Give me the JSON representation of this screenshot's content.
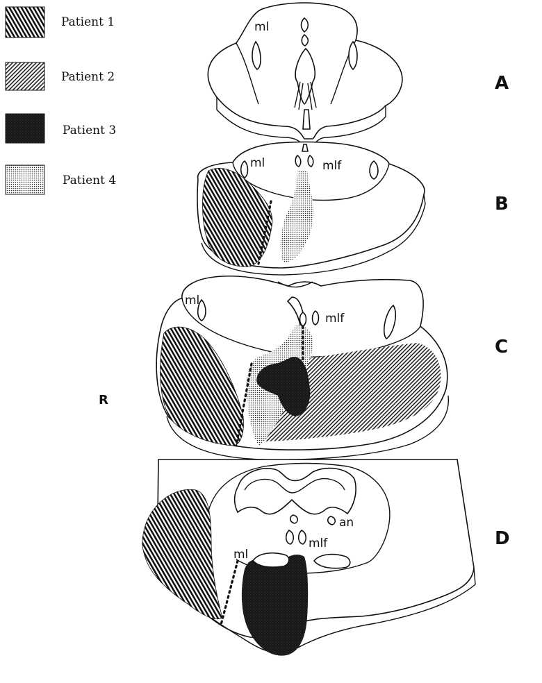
{
  "legend": {
    "items": [
      {
        "label": "Patient 1",
        "pattern": "dense-diagonal-hatch"
      },
      {
        "label": "Patient 2",
        "pattern": "fine-diagonal-hatch"
      },
      {
        "label": "Patient 3",
        "pattern": "solid-black-stipple"
      },
      {
        "label": "Patient 4",
        "pattern": "light-dot-stipple"
      }
    ]
  },
  "panels": {
    "a": {
      "letter": "A",
      "labels": {
        "ml": "ml"
      }
    },
    "b": {
      "letter": "B",
      "labels": {
        "ml": "ml",
        "mlf": "mlf"
      }
    },
    "c": {
      "letter": "C",
      "labels": {
        "ml": "ml",
        "mlf": "mlf"
      }
    },
    "d": {
      "letter": "D",
      "labels": {
        "ml": "ml",
        "mlf": "mlf",
        "an": "an"
      }
    }
  },
  "side": {
    "label": "R"
  },
  "colors": {
    "ink": "#111111",
    "background": "#ffffff"
  }
}
